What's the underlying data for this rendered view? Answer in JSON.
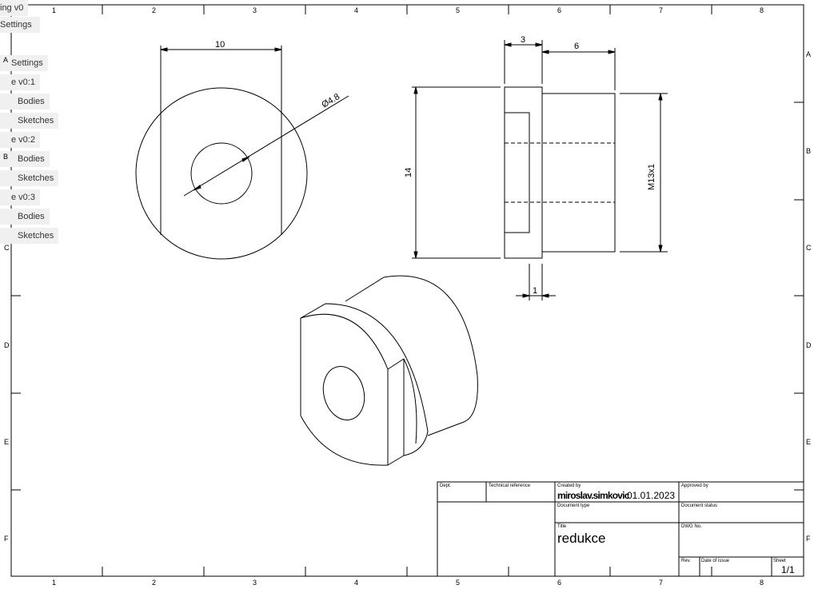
{
  "browser_tree": [
    {
      "label": "ing v0"
    },
    {
      "label": "Settings"
    },
    {
      "label": "Settings"
    },
    {
      "label": "e v0:1"
    },
    {
      "label": "Bodies"
    },
    {
      "label": "Sketches"
    },
    {
      "label": "e v0:2"
    },
    {
      "label": "Bodies"
    },
    {
      "label": "Sketches"
    },
    {
      "label": "e v0:3"
    },
    {
      "label": "Bodies"
    },
    {
      "label": "Sketches"
    }
  ],
  "border": {
    "columns": [
      "1",
      "2",
      "3",
      "4",
      "5",
      "6",
      "7",
      "8"
    ],
    "rows": [
      "A",
      "B",
      "C",
      "D",
      "E",
      "F"
    ]
  },
  "dimensions": {
    "front_width": "10",
    "hole_diameter": "Ø4.8",
    "flange_thickness": "3",
    "body_length": "6",
    "height": "14",
    "thread": "M13x1",
    "groove": "1"
  },
  "title_block": {
    "dept_label": "Dept.",
    "tech_ref_label": "Technical reference",
    "created_by_label": "Created by",
    "created_by": "miroslav.simkovic",
    "created_date": "01.01.2023",
    "approved_by_label": "Approved by",
    "doc_type_label": "Document type",
    "doc_status_label": "Document status",
    "title_label": "Title",
    "title": "redukce",
    "dwg_no_label": "DWG No.",
    "rev_label": "Rev.",
    "date_issue_label": "Date of issue",
    "sheet_label": "Sheet",
    "sheet": "1/1"
  }
}
